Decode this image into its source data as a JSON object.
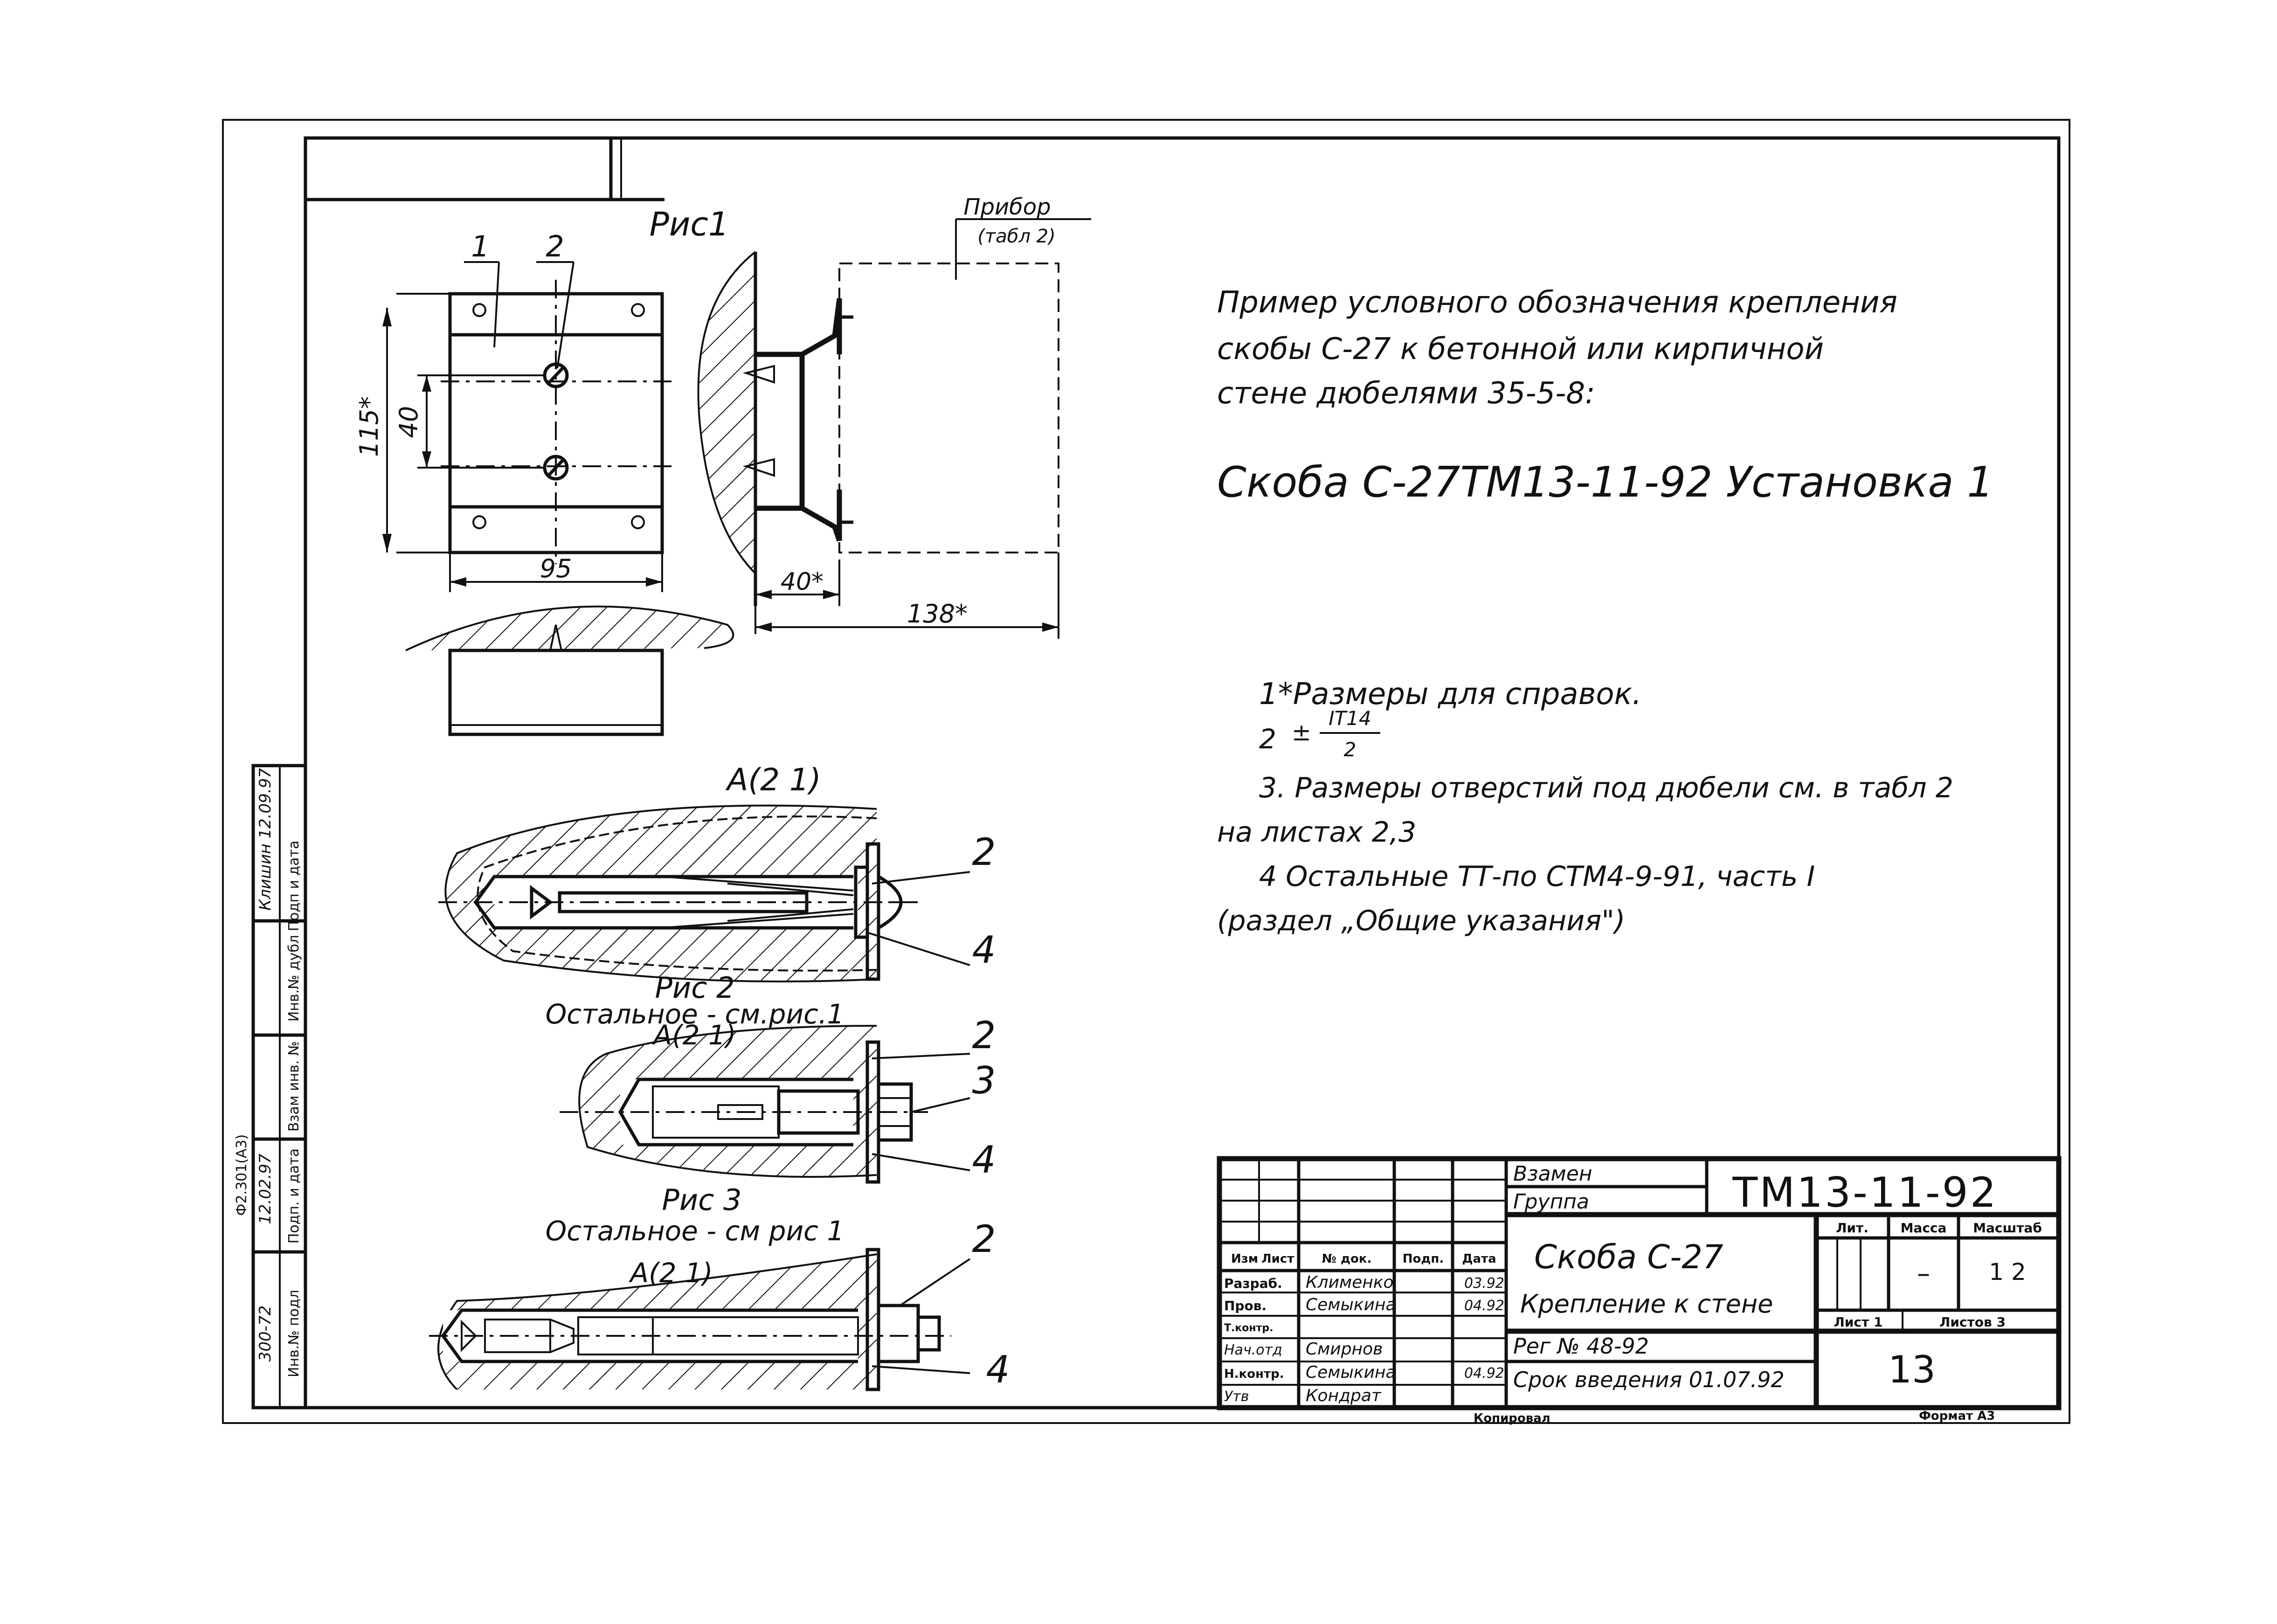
{
  "figures": {
    "fig1": {
      "title": "Рис1",
      "leader_1": "1",
      "leader_2": "2",
      "dim_height": "115*",
      "dim_hole_spacing": "40",
      "dim_width": "95",
      "device_label": "Прибор",
      "device_ref": "(табл 2)",
      "dim_offset": "40*",
      "dim_total": "138*"
    },
    "fig2": {
      "view_label": "А(2 1)",
      "caption": "Рис 2",
      "subcaption": "Остальное - см.рис.1",
      "pos_2": "2",
      "pos_4": "4"
    },
    "fig3": {
      "view_label": "А(2 1)",
      "caption": "Рис 3",
      "subcaption": "Остальное - см рис 1",
      "pos_2": "2",
      "pos_3": "3",
      "pos_4": "4"
    },
    "fig4": {
      "view_label": "А(2 1)",
      "pos_2": "2",
      "pos_4": "4"
    }
  },
  "example": {
    "line1": "Пример условного обозначения крепления",
    "line2": "скобы С-27 к бетонной или кирпичной",
    "line3": "стене дюбелями 35-5-8:",
    "designation": "Скоба С-27ТМ13-11-92   Установка 1"
  },
  "notes": {
    "n1": "1*Размеры для справок.",
    "n2_prefix": "2",
    "n2_pm": "±",
    "n2_num": "IT14",
    "n2_den": "2",
    "n3a": "3. Размеры отверстий под дюбели см. в табл 2",
    "n3b": "на листах 2,3",
    "n4a": "4 Остальные ТТ-по СТМ4-9-91, часть I",
    "n4b": "(раздел „Общие указания\")"
  },
  "side_stamp": {
    "col1": "Инв.№ подл",
    "col2": "Подп. и дата",
    "col3": "Взам инв. №",
    "col4": "Инв.№ дубл",
    "col5": "Подп и дата",
    "form": "Ф2.301(А3)",
    "inv_value": "300-72",
    "sign_value": "Клишин 12.09.97",
    "date_value": "12.02.97"
  },
  "title_block": {
    "zamen": "Взамен",
    "gruppa": "Группа",
    "doc_code": "ТМ13-11-92",
    "name_line1": "Скоба С-27",
    "name_line2": "Крепление к стене",
    "reg": "Рег № 48-92",
    "srok": "Срок введения 01.07.92",
    "head_izm": "Изм",
    "head_list": "Лист",
    "head_doc": "№ док.",
    "head_podp": "Подп.",
    "head_data": "Дата",
    "rows": [
      {
        "role": "Разраб.",
        "name": "Клименко",
        "date": "03.92"
      },
      {
        "role": "Пров.",
        "name": "Семыкина",
        "date": "04.92"
      },
      {
        "role": "Т.контр.",
        "name": "",
        "date": ""
      },
      {
        "role": "Нач.отд",
        "name": "Смирнов",
        "date": ""
      },
      {
        "role": "Н.контр.",
        "name": "Семыкина",
        "date": "04.92"
      },
      {
        "role": "Утв",
        "name": "Кондрат",
        "date": ""
      }
    ],
    "lit_label": "Лит.",
    "massa_label": "Масса",
    "masshtab_label": "Масштаб",
    "massa_value": "–",
    "masshtab_value": "1 2",
    "sheet_label": "Лист 1",
    "sheets_label": "Листов 3",
    "sheet_number": "13"
  },
  "footer": {
    "copied": "Копировал",
    "format": "Формат А3"
  }
}
